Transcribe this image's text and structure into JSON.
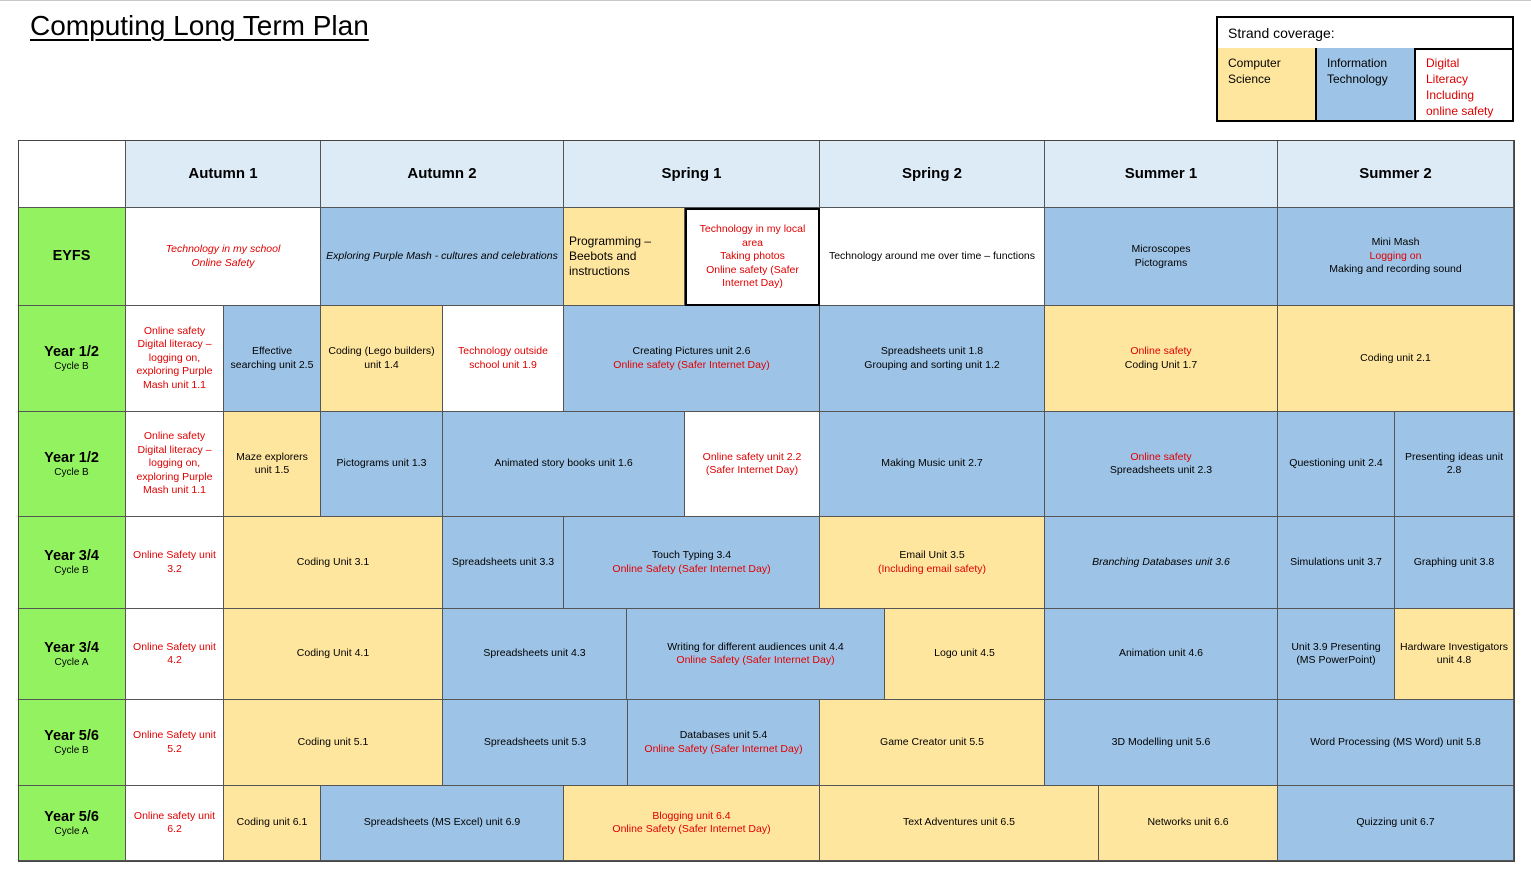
{
  "title": "Computing Long Term Plan",
  "legend": {
    "heading": "Strand coverage:",
    "computer_science": "Computer Science",
    "information_technology": "Information Technology",
    "digital_literacy": "Digital Literacy Including online safety"
  },
  "colors": {
    "computer_science": "#ffe69f",
    "information_technology": "#9dc3e6",
    "digital_literacy": "#ffffff",
    "year_column": "#93f25f",
    "term_header": "#ddebf7",
    "online_safety_text": "#e00000"
  },
  "terms": [
    "Autumn 1",
    "Autumn 2",
    "Spring 1",
    "Spring 2",
    "Summer 1",
    "Summer 2"
  ],
  "rows": [
    {
      "year": "EYFS",
      "cycle": "",
      "cells": [
        {
          "strand": "dl",
          "lines": [
            {
              "t": "Technology in my school",
              "red": true,
              "italic": true
            },
            {
              "t": "Online Safety",
              "red": true,
              "italic": true
            }
          ]
        },
        {
          "strand": "it",
          "lines": [
            {
              "t": "Exploring Purple Mash - cultures and celebrations",
              "italic": true
            }
          ]
        },
        {
          "strand": "cs",
          "lines": [
            {
              "t": "Programming – Beebots and instructions"
            }
          ]
        },
        {
          "strand": "dl",
          "lines": [
            {
              "t": "Technology in my local area",
              "red": true
            },
            {
              "t": "Taking photos",
              "red": true
            },
            {
              "t": "Online safety (Safer Internet Day)",
              "red": true
            }
          ]
        },
        {
          "strand": "dl",
          "lines": [
            {
              "t": "Technology around me over time – functions"
            }
          ]
        },
        {
          "strand": "it",
          "lines": [
            {
              "t": "Microscopes"
            },
            {
              "t": "Pictograms"
            }
          ]
        },
        {
          "strand": "it",
          "lines": [
            {
              "t": "Mini Mash"
            },
            {
              "t": "Logging on",
              "red": true
            },
            {
              "t": "Making and recording sound"
            }
          ]
        }
      ]
    },
    {
      "year": "Year 1/2",
      "cycle": "Cycle B",
      "cells": [
        {
          "strand": "dl",
          "lines": [
            {
              "t": "Online safety",
              "red": true
            },
            {
              "t": "Digital literacy – logging on, exploring Purple Mash unit 1.1",
              "red": true
            }
          ]
        },
        {
          "strand": "it",
          "lines": [
            {
              "t": "Effective searching unit 2.5"
            }
          ]
        },
        {
          "strand": "cs",
          "lines": [
            {
              "t": "Coding (Lego builders) unit 1.4"
            }
          ]
        },
        {
          "strand": "dl",
          "lines": [
            {
              "t": "Technology outside school unit 1.9",
              "red": true
            }
          ]
        },
        {
          "strand": "it",
          "lines": [
            {
              "t": "Creating Pictures unit 2.6"
            },
            {
              "t": "Online safety (Safer Internet Day)",
              "red": true
            }
          ]
        },
        {
          "strand": "it",
          "lines": [
            {
              "t": "Spreadsheets unit 1.8"
            },
            {
              "t": "Grouping and sorting unit 1.2"
            }
          ]
        },
        {
          "strand": "cs",
          "lines": [
            {
              "t": "Online safety",
              "red": true
            },
            {
              "t": "Coding Unit 1.7"
            }
          ]
        },
        {
          "strand": "cs",
          "lines": [
            {
              "t": "Coding unit 2.1"
            }
          ]
        }
      ]
    },
    {
      "year": "Year 1/2",
      "cycle": "Cycle B",
      "cells": [
        {
          "strand": "dl",
          "lines": [
            {
              "t": "Online safety",
              "red": true
            },
            {
              "t": "Digital literacy – logging on, exploring Purple Mash unit 1.1",
              "red": true
            }
          ]
        },
        {
          "strand": "cs",
          "lines": [
            {
              "t": "Maze explorers unit 1.5"
            }
          ]
        },
        {
          "strand": "it",
          "lines": [
            {
              "t": "Pictograms unit 1.3"
            }
          ]
        },
        {
          "strand": "it",
          "lines": [
            {
              "t": "Animated story books unit 1.6"
            }
          ]
        },
        {
          "strand": "dl",
          "lines": [
            {
              "t": "Online safety unit 2.2 (Safer Internet Day)",
              "red": true
            }
          ]
        },
        {
          "strand": "it",
          "lines": [
            {
              "t": "Making Music unit 2.7"
            }
          ]
        },
        {
          "strand": "it",
          "lines": [
            {
              "t": "Online safety",
              "red": true
            },
            {
              "t": "Spreadsheets unit 2.3"
            }
          ]
        },
        {
          "strand": "it",
          "lines": [
            {
              "t": "Questioning unit 2.4"
            }
          ]
        },
        {
          "strand": "it",
          "lines": [
            {
              "t": "Presenting ideas unit 2.8"
            }
          ]
        }
      ]
    },
    {
      "year": "Year 3/4",
      "cycle": "Cycle B",
      "cells": [
        {
          "strand": "dl",
          "lines": [
            {
              "t": "Online Safety unit 3.2",
              "red": true
            }
          ]
        },
        {
          "strand": "cs",
          "lines": [
            {
              "t": "Coding Unit 3.1"
            }
          ]
        },
        {
          "strand": "it",
          "lines": [
            {
              "t": "Spreadsheets unit 3.3"
            }
          ]
        },
        {
          "strand": "it",
          "lines": [
            {
              "t": "Touch Typing 3.4"
            },
            {
              "t": "Online Safety (Safer Internet Day)",
              "red": true
            }
          ]
        },
        {
          "strand": "cs",
          "lines": [
            {
              "t": "Email Unit 3.5"
            },
            {
              "t": "(Including email safety)",
              "red": true
            }
          ]
        },
        {
          "strand": "it",
          "lines": [
            {
              "t": "Branching Databases unit 3.6",
              "italic": true
            }
          ]
        },
        {
          "strand": "it",
          "lines": [
            {
              "t": "Simulations unit 3.7"
            }
          ]
        },
        {
          "strand": "it",
          "lines": [
            {
              "t": "Graphing unit 3.8"
            }
          ]
        }
      ]
    },
    {
      "year": "Year 3/4",
      "cycle": "Cycle A",
      "cells": [
        {
          "strand": "dl",
          "lines": [
            {
              "t": "Online Safety unit 4.2",
              "red": true
            }
          ]
        },
        {
          "strand": "cs",
          "lines": [
            {
              "t": "Coding Unit 4.1"
            }
          ]
        },
        {
          "strand": "it",
          "lines": [
            {
              "t": "Spreadsheets unit 4.3"
            }
          ]
        },
        {
          "strand": "it",
          "lines": [
            {
              "t": "Writing for different audiences unit 4.4"
            },
            {
              "t": "Online Safety (Safer Internet Day)",
              "red": true
            }
          ]
        },
        {
          "strand": "cs",
          "lines": [
            {
              "t": "Logo unit 4.5"
            }
          ]
        },
        {
          "strand": "it",
          "lines": [
            {
              "t": "Animation unit 4.6"
            }
          ]
        },
        {
          "strand": "it",
          "lines": [
            {
              "t": "Unit 3.9 Presenting (MS PowerPoint)"
            }
          ]
        },
        {
          "strand": "cs",
          "lines": [
            {
              "t": "Hardware Investigators unit 4.8"
            }
          ]
        }
      ]
    },
    {
      "year": "Year 5/6",
      "cycle": "Cycle B",
      "cells": [
        {
          "strand": "dl",
          "lines": [
            {
              "t": "Online Safety unit 5.2",
              "red": true
            }
          ]
        },
        {
          "strand": "cs",
          "lines": [
            {
              "t": "Coding unit 5.1"
            }
          ]
        },
        {
          "strand": "it",
          "lines": [
            {
              "t": "Spreadsheets unit 5.3"
            }
          ]
        },
        {
          "strand": "it",
          "lines": [
            {
              "t": "Databases unit 5.4"
            },
            {
              "t": "Online Safety (Safer Internet Day)",
              "red": true
            }
          ]
        },
        {
          "strand": "cs",
          "lines": [
            {
              "t": "Game Creator unit 5.5"
            }
          ]
        },
        {
          "strand": "it",
          "lines": [
            {
              "t": "3D Modelling unit 5.6"
            }
          ]
        },
        {
          "strand": "it",
          "lines": [
            {
              "t": "Word Processing (MS Word) unit 5.8"
            }
          ]
        }
      ]
    },
    {
      "year": "Year 5/6",
      "cycle": "Cycle A",
      "cells": [
        {
          "strand": "dl",
          "lines": [
            {
              "t": "Online safety unit 6.2",
              "red": true
            }
          ]
        },
        {
          "strand": "cs",
          "lines": [
            {
              "t": "Coding unit 6.1"
            }
          ]
        },
        {
          "strand": "it",
          "lines": [
            {
              "t": "Spreadsheets (MS Excel) unit 6.9"
            }
          ]
        },
        {
          "strand": "cs",
          "lines": [
            {
              "t": "Blogging unit 6.4",
              "red": true
            },
            {
              "t": "Online Safety (Safer Internet Day)",
              "red": true
            }
          ]
        },
        {
          "strand": "cs",
          "lines": [
            {
              "t": "Text Adventures unit 6.5"
            }
          ]
        },
        {
          "strand": "cs",
          "lines": [
            {
              "t": "Networks unit 6.6"
            }
          ]
        },
        {
          "strand": "it",
          "lines": [
            {
              "t": "Quizzing unit 6.7"
            }
          ]
        }
      ]
    }
  ]
}
